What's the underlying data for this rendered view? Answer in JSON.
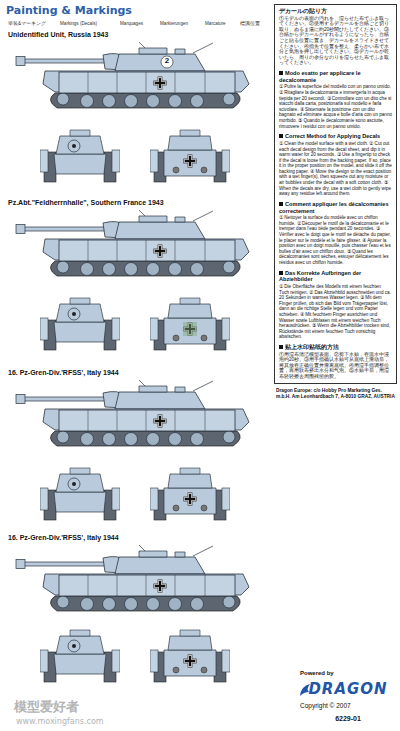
{
  "diagram": {
    "title": "Painting & Markings",
    "nodes": [
      {
        "text": [
          "デカールの貼り方",
          "①モデルの表面の汚れを、湿らせた布でふき取ってください。②使用するデカールを台紙ごと切り取り、ぬるま湯に約20秒間ひたしてください。③台紙からデカールがずれるようになったら、台紙ごと貼る位置に置き、デカールをスライドさせてください。④指先で位置を整え、柔らかい布で水分と気泡を押し出してください。⑤デカールが乾いたら、周りの余分なのりを湿らせた布でふき取ってください。"
        ]
      },
      {
        "text": [
          "Modo esatto per applicare le decalcomanie",
          "① Pulire la superficie del modello con un panno umido. ② Ritagliare la decalcomania e immergerla in acqua tiepida per 20 secondi. ③ Controllare con un dito che si stacchi dalla carta, posizionarla sul modello e farla scivolare. ④ Sistemare la posizione con un dito bagnato ed eliminare acqua e bolle d'aria con un panno morbido. ⑤ Quando le decalcomanie sono asciutte, rimuovere i residui con un panno umido."
        ],
        "in": 0
      },
      {
        "text": [
          "Correct Method for Applying Decals",
          "① Clean the model surface with a wet cloth. ② Cut out each decal design from the decal sheet, and dip it in warm water for 20 seconds. ③ Use a fingertip to check if the decal is loose from the backing paper. If so, place it in the proper position on the model, and slide it off the backing paper. ④ Move the design to the exact position with a wet finger(s), then squeeze out any moisture or air bubbles under the decal with a soft cotton cloth. ⑤ When the decals are dry, use a wet cloth to gently wipe away any residue left around them."
        ],
        "in": 0
      },
      {
        "text": [
          "Comment appliquer les décalcomanies correctement",
          "① Nettoyer la surface du modèle avec un chiffon humide. ② Découper le motif de la décalcomanie et le tremper dans l'eau tiède pendant 20 secondes. ③ Vérifier avec le doigt que le motif se détache du papier, le placer sur le modèle et le faire glisser. ④ Ajuster la position avec un doigt mouillé, puis chasser l'eau et les bulles d'air avec un chiffon doux. ⑤ Quand les décalcomanies sont sèches, essuyer délicatement les résidus avec un chiffon humide."
        ],
        "in": 0
      },
      {
        "text": [
          "Das Korrekte Aufbringen der Abziehbilder",
          "① Die Oberfläche des Modells mit einem feuchten Tuch reinigen. ② Das Abziehbild ausschneiden und ca. 20 Sekunden in warmes Wasser legen. ③ Mit dem Finger prüfen, ob sich das Bild vom Trägerpapier löst, dann an die richtige Stelle legen und vom Papier schieben. ④ Mit feuchtem Finger ausrichten und Wasser sowie Luftblasen mit einem weichen Tuch herausdrücken. ⑤ Wenn die Abziehbilder trocken sind, Rückstände mit einem feuchten Tuch vorsichtig abwischen."
        ],
        "in": 0
      },
      {
        "text": [
          "贴上水印贴纸的方法",
          "①用湿布清洁模型表面。②剪下水贴，在温水中浸泡约20秒。③用手指确认水贴可从底纸上滑动后，将其放在正确位置并滑离底纸。④用湿手指调整位置，再用软布挤出水分和气泡。⑤水贴干后，用湿布轻轻擦去周围残留的胶。"
        ],
        "in": 0
      },
      {
        "text": [
          "DRAGON"
        ]
      }
    ],
    "labels": [
      "塗装&マーキング",
      "Markings (Decals)",
      "Marquages",
      "Markierungen",
      "Marcature",
      "標識位置",
      "Unidentified Unit, Russia 1943",
      "2",
      "Pz.Abt.\"Feldherrnhalle\", Southern France 1943",
      "16. Pz-Gren-Div.'RFSS', Italy 1944",
      "16. Pz-Gren-Div.'RFSS', Italy 1944",
      "Dragon Europe: c/o Hobby Pro Marketing Ges. m.b.H. Am Leonhardbach 7, A-8010 GRAZ, AUSTRIA",
      "Powered by",
      "Copyright © 2007",
      "6229-01",
      "模型爱好者",
      "www.moxingfans.com"
    ]
  }
}
